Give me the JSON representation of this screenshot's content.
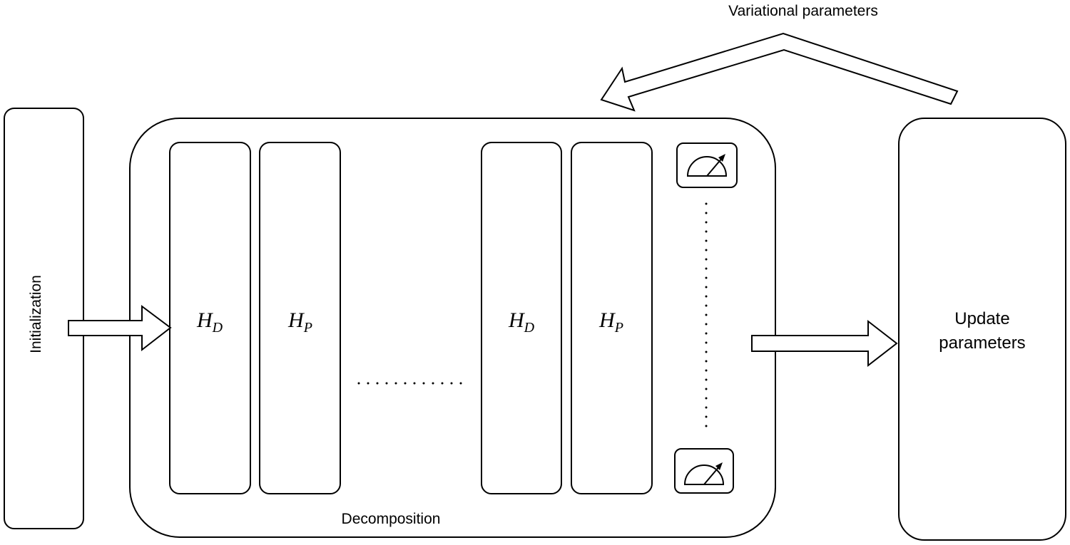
{
  "labels": {
    "initialization": "Initialization",
    "decomposition": "Decomposition",
    "variational_parameters": "Variational parameters",
    "update_line1": "Update",
    "update_line2": "parameters"
  },
  "layers": [
    {
      "symbol": "H",
      "subscript": "D"
    },
    {
      "symbol": "H",
      "subscript": "P"
    },
    {
      "symbol": "H",
      "subscript": "D"
    },
    {
      "symbol": "H",
      "subscript": "P"
    }
  ],
  "icons": {
    "measurement": "measurement-meter-icon"
  }
}
